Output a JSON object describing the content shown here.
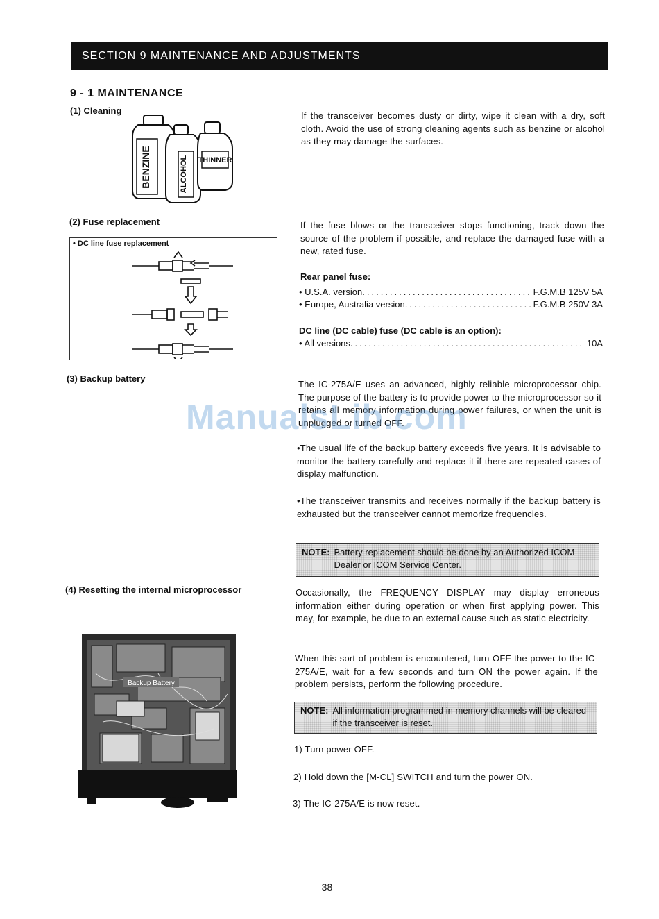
{
  "section": {
    "title": "SECTION  9  MAINTENANCE  AND  ADJUSTMENTS"
  },
  "maintenance": {
    "title": "9 - 1  MAINTENANCE"
  },
  "cleaning": {
    "heading": "(1)  Cleaning",
    "bottle_labels": [
      "BENZINE",
      "ALCOHOL",
      "THINNER"
    ],
    "text": "If the transceiver becomes dusty or dirty, wipe it clean with a dry, soft cloth.  Avoid the use of strong cleaning agents such as benzine or alcohol as they may damage the surfaces."
  },
  "fuse": {
    "heading": "(2)  Fuse replacement",
    "diagram_title": "• DC line fuse replacement",
    "text": "If the fuse blows or the transceiver stops functioning, track down the source of the problem if possible, and replace the damaged fuse with a new, rated fuse.",
    "rear_panel_title": "Rear panel fuse:",
    "rear_panel": [
      {
        "label": "• U.S.A. version",
        "value": "F.G.M.B 125V 5A"
      },
      {
        "label": "• Europe, Australia version",
        "value": "F.G.M.B 250V 3A"
      }
    ],
    "dc_title": "DC line (DC cable) fuse (DC cable is an option):",
    "dc": [
      {
        "label": "• All versions",
        "value": "10A"
      }
    ]
  },
  "battery": {
    "heading": "(3)  Backup battery",
    "p1": "The IC-275A/E uses an advanced, highly reliable microprocessor chip.  The purpose of the battery is to provide power to the microprocessor so it retains all memory information during power failures, or when the unit is unplugged or turned OFF.",
    "b1": "•The usual life of the backup battery exceeds five years.  It is advisable to monitor the battery carefully and replace it if there are repeated cases of display malfunction.",
    "b2": "•The transceiver transmits and receives normally if the backup battery is exhausted but the transceiver cannot memorize frequencies.",
    "note_label": "NOTE:",
    "note_text": "Battery replacement should be done by an Authorized ICOM Dealer or ICOM Service Center."
  },
  "reset": {
    "heading": "(4)  Resetting the internal microprocessor",
    "photo_label": "Backup Battery",
    "p1": "Occasionally, the FREQUENCY DISPLAY may display erroneous information either during operation or when first applying power. This may, for example, be due to an external cause such as static electricity.",
    "p2": "When this sort of problem is encountered, turn OFF the power to the IC-275A/E, wait for a few seconds and turn ON the power again. If the problem persists, perform the following procedure.",
    "note_label": "NOTE:",
    "note_text": "All information programmed in memory channels will be cleared if the transceiver is reset.",
    "steps": [
      "1)  Turn power OFF.",
      "2)  Hold down the [M-CL] SWITCH and turn the power ON.",
      "3)  The IC-275A/E is now reset."
    ]
  },
  "watermark": "ManualsLib.com",
  "page_number": "– 38 –"
}
